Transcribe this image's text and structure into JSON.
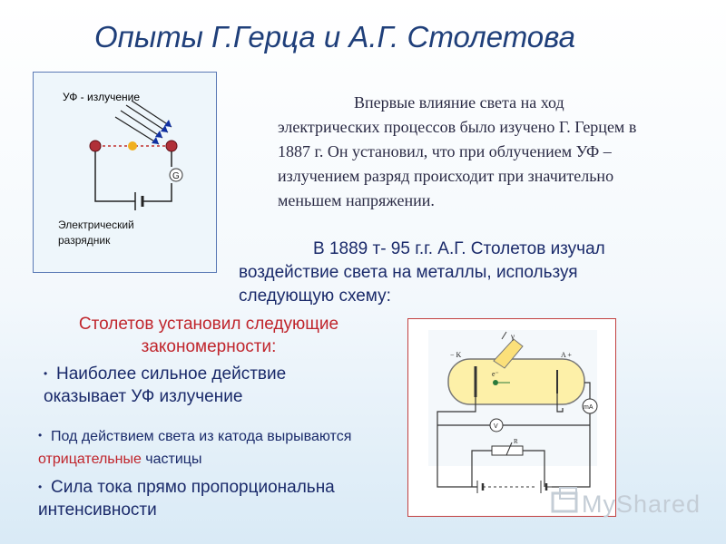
{
  "slide": {
    "title": "Опыты Г.Герца и А.Г. Столетова"
  },
  "hertz_diagram": {
    "uv_label": "УФ - излучение",
    "galvanometer_label": "G",
    "caption_line1": "Электрический",
    "caption_line2": "разрядник"
  },
  "hertz_paragraph": "Впервые влияние света на ход электрических процессов было изучено Г. Герцем в 1887 г. Он установил, что при облучением УФ – излучением разряд происходит при значительно меньшем напряжении.",
  "stoletov_paragraph": "В 1889 т- 95 г.г. А.Г. Столетов изучал воздействие света на металлы, используя следующую схему:",
  "laws": {
    "heading": "Столетов установил следующие закономерности:",
    "bullet1": "Наиболее сильное действие оказывает УФ излучение",
    "bullet2_before": "Под действием света из катода вырываются ",
    "bullet2_highlight": "отрицательные",
    "bullet2_after": " частицы",
    "bullet3": "Сила тока прямо пропорциональна интенсивности"
  },
  "stoletov_diagram": {
    "cathode_label": "− K",
    "anode_label": "A +",
    "electron_label": "e⁻",
    "light_label": "γ",
    "ammeter_label": "mA",
    "voltmeter_label": "V",
    "resistor_label": "R"
  },
  "colors": {
    "title": "#1f3f7a",
    "accent_red": "#c0252c",
    "text_blue": "#1a2a6a"
  }
}
